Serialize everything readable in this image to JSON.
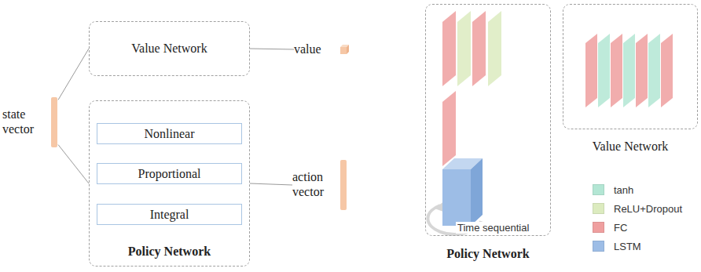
{
  "diagram": {
    "nodes": [
      {
        "text": [
          "state vector"
        ]
      },
      {
        "text": [
          "Value Network"
        ]
      },
      {
        "text": [
          "value"
        ]
      },
      {
        "text": [
          "Policy Network"
        ]
      },
      {
        "text": [
          "Nonlinear"
        ],
        "in": 3
      },
      {
        "text": [
          "Proportional"
        ],
        "in": 3
      },
      {
        "text": [
          "Integral"
        ],
        "in": 3
      },
      {
        "text": [
          "action vector"
        ]
      },
      {
        "text": [
          "Policy Network"
        ]
      },
      {
        "text": [
          "Value Network"
        ]
      }
    ],
    "edges": [
      {
        "from": 0,
        "to": 1,
        "arrow": "none"
      },
      {
        "from": 0,
        "to": 3,
        "arrow": "none"
      },
      {
        "from": 1,
        "to": 2,
        "arrow": "none"
      },
      {
        "from": 3,
        "to": 7,
        "arrow": "none"
      }
    ],
    "labels": [
      "Time sequential"
    ],
    "legend": [
      {
        "text": "tanh",
        "color": "#b3e6d4"
      },
      {
        "text": "ReLU+Dropout",
        "color": "#dcebbf"
      },
      {
        "text": "FC",
        "color": "#ef9f9f"
      },
      {
        "text": "LSTM",
        "color": "#9dbde6"
      }
    ]
  }
}
